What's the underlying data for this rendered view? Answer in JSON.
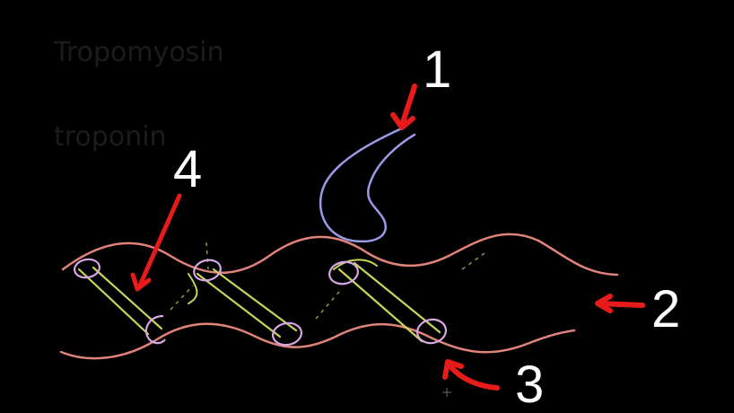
{
  "diagram": {
    "labels": [
      "1",
      "2",
      "3",
      "4"
    ],
    "faint_text": [
      "Tropomyosin",
      "troponin"
    ],
    "colors": {
      "background": "#000000",
      "actin_strand": "#e0847a",
      "tropomyosin": "#c8d45a",
      "troponin_loop": "#d9a6e6",
      "head": "#9a9ae6",
      "arrow": "#e81b1b",
      "label": "#ffffff"
    }
  }
}
